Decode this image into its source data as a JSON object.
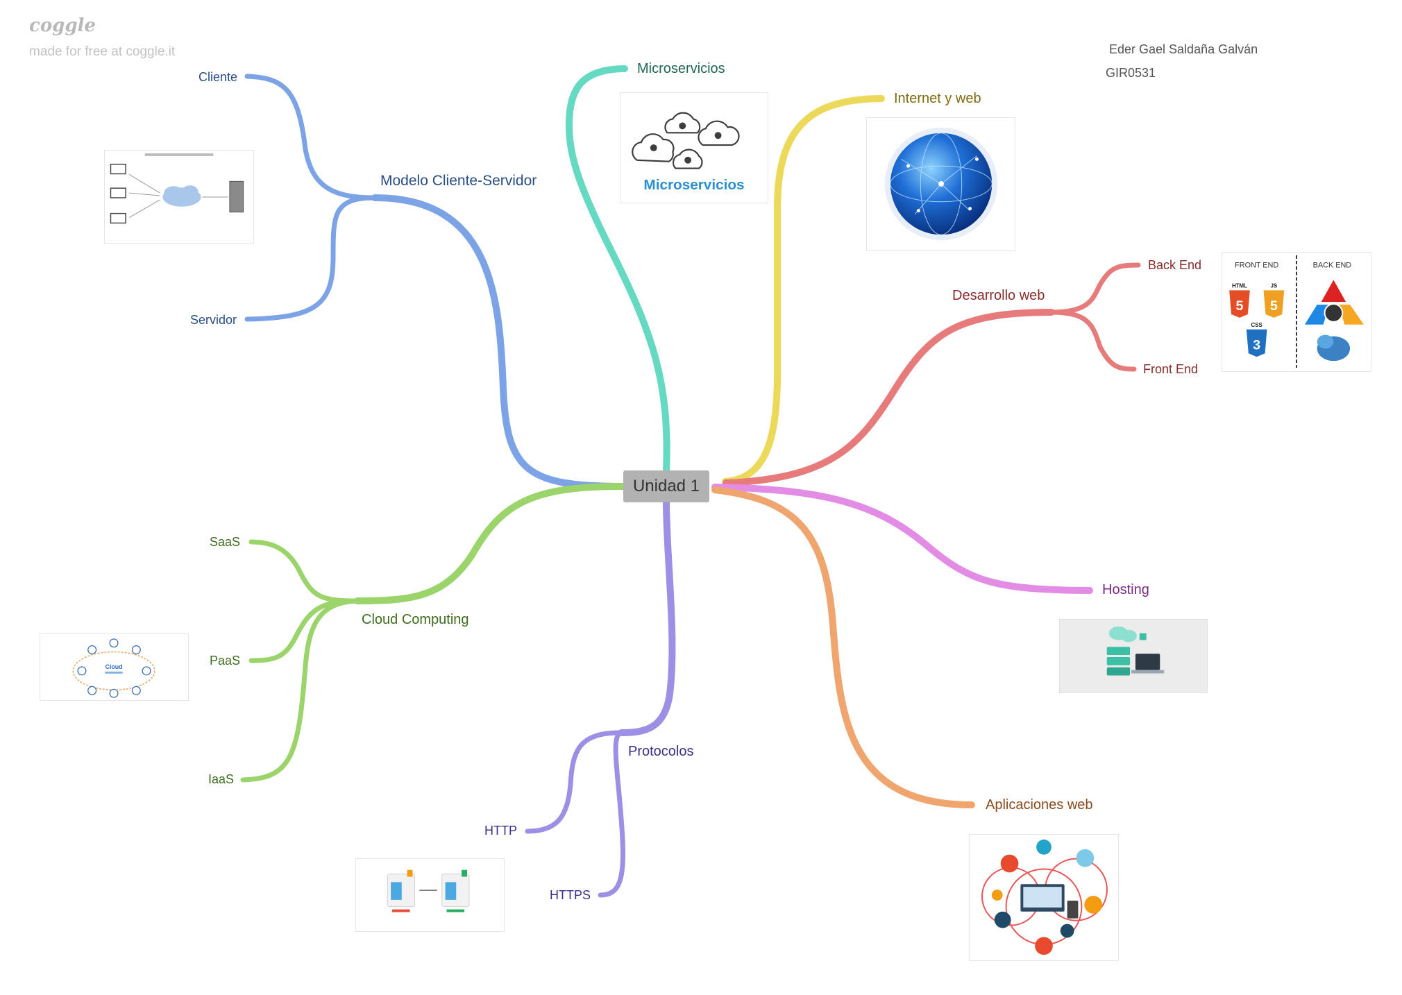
{
  "brand": {
    "logo": "coggle",
    "tagline": "made for free at coggle.it"
  },
  "author": {
    "name": "Eder Gael Saldaña Galván",
    "id": "GIR0531"
  },
  "central": {
    "label": "Unidad 1"
  },
  "colors": {
    "cliente_servidor": "#7ba3e6",
    "microservicios": "#66d9c3",
    "internet": "#ecd95a",
    "desarrollo": "#e77b7b",
    "hosting": "#e28ce6",
    "aplicaciones": "#f0a46e",
    "protocolos": "#9d8ee6",
    "cloud": "#9bd46a"
  },
  "branches": {
    "cliente_servidor": {
      "label": "Modelo Cliente-Servidor",
      "children": [
        "Cliente",
        "Servidor"
      ],
      "image_icon": "client-server-diagram-icon"
    },
    "microservicios": {
      "label": "Microservicios",
      "image_caption": "Microservicios",
      "image_icon": "gear-clouds-icon"
    },
    "internet": {
      "label": "Internet y web",
      "image_icon": "globe-icon"
    },
    "desarrollo": {
      "label": "Desarrollo web",
      "children": [
        "Back End",
        "Front End"
      ],
      "image_front": "FRONT END",
      "image_back": "BACK END",
      "image_tags": [
        "HTML",
        "JS",
        "CSS"
      ]
    },
    "hosting": {
      "label": "Hosting",
      "image_icon": "hosting-server-icon"
    },
    "aplicaciones": {
      "label": "Aplicaciones web",
      "image_icon": "web-apps-icon"
    },
    "protocolos": {
      "label": "Protocolos",
      "children": [
        "HTTP",
        "HTTPS"
      ],
      "image_icon": "http-https-icon"
    },
    "cloud": {
      "label": "Cloud Computing",
      "children": [
        "SaaS",
        "PaaS",
        "IaaS"
      ],
      "image_caption": "Cloud",
      "image_icon": "cloud-network-icon"
    }
  }
}
